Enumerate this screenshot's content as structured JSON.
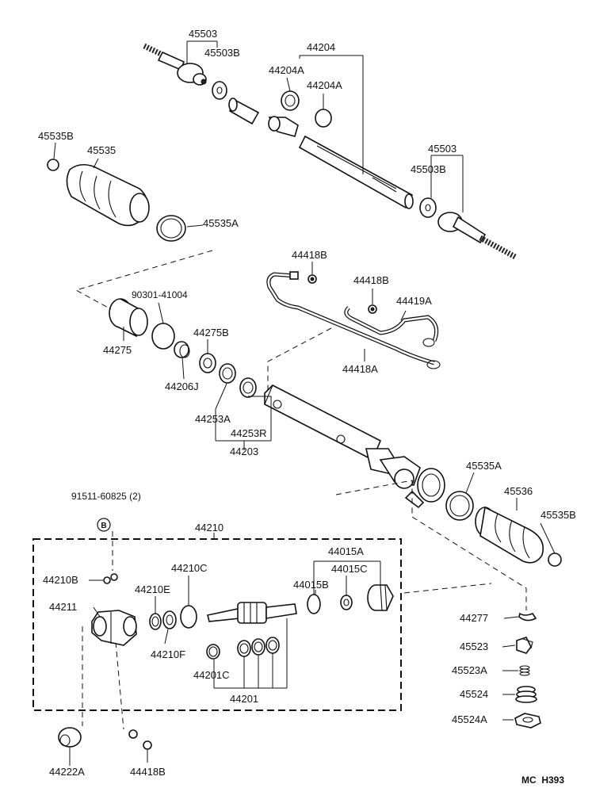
{
  "diagram_code": "MC  H393",
  "labels": {
    "l45503_top": "45503",
    "l45503b_top": "45503B",
    "l44204": "44204",
    "l44204a_1": "44204A",
    "l44204a_2": "44204A",
    "l45535b_top": "45535B",
    "l45535": "45535",
    "l45535a_top": "45535A",
    "l45503_right": "45503",
    "l45503b_right": "45503B",
    "l44418b_1": "44418B",
    "l44418b_2": "44418B",
    "l44419a": "44419A",
    "l44418a": "44418A",
    "l90301": "90301-41004",
    "l44275": "44275",
    "l44275b": "44275B",
    "l44206j": "44206J",
    "l44253a": "44253A",
    "l44253r": "44253R",
    "l44203": "44203",
    "l45535a_right": "45535A",
    "l45536": "45536",
    "l45535b_right": "45535B",
    "l91511": "91511-60825 (2)",
    "l44210": "44210",
    "l44210b": "44210B",
    "l44210c": "44210C",
    "l44210e": "44210E",
    "l44211": "44211",
    "l44210f": "44210F",
    "l44015a": "44015A",
    "l44015b": "44015B",
    "l44015c": "44015C",
    "l44201c": "44201C",
    "l44201": "44201",
    "l44277": "44277",
    "l45523": "45523",
    "l45523a": "45523A",
    "l45524": "45524",
    "l45524a": "45524A",
    "l44222a": "44222A",
    "l44418b_bottom": "44418B",
    "bolt_symbol": "B"
  }
}
